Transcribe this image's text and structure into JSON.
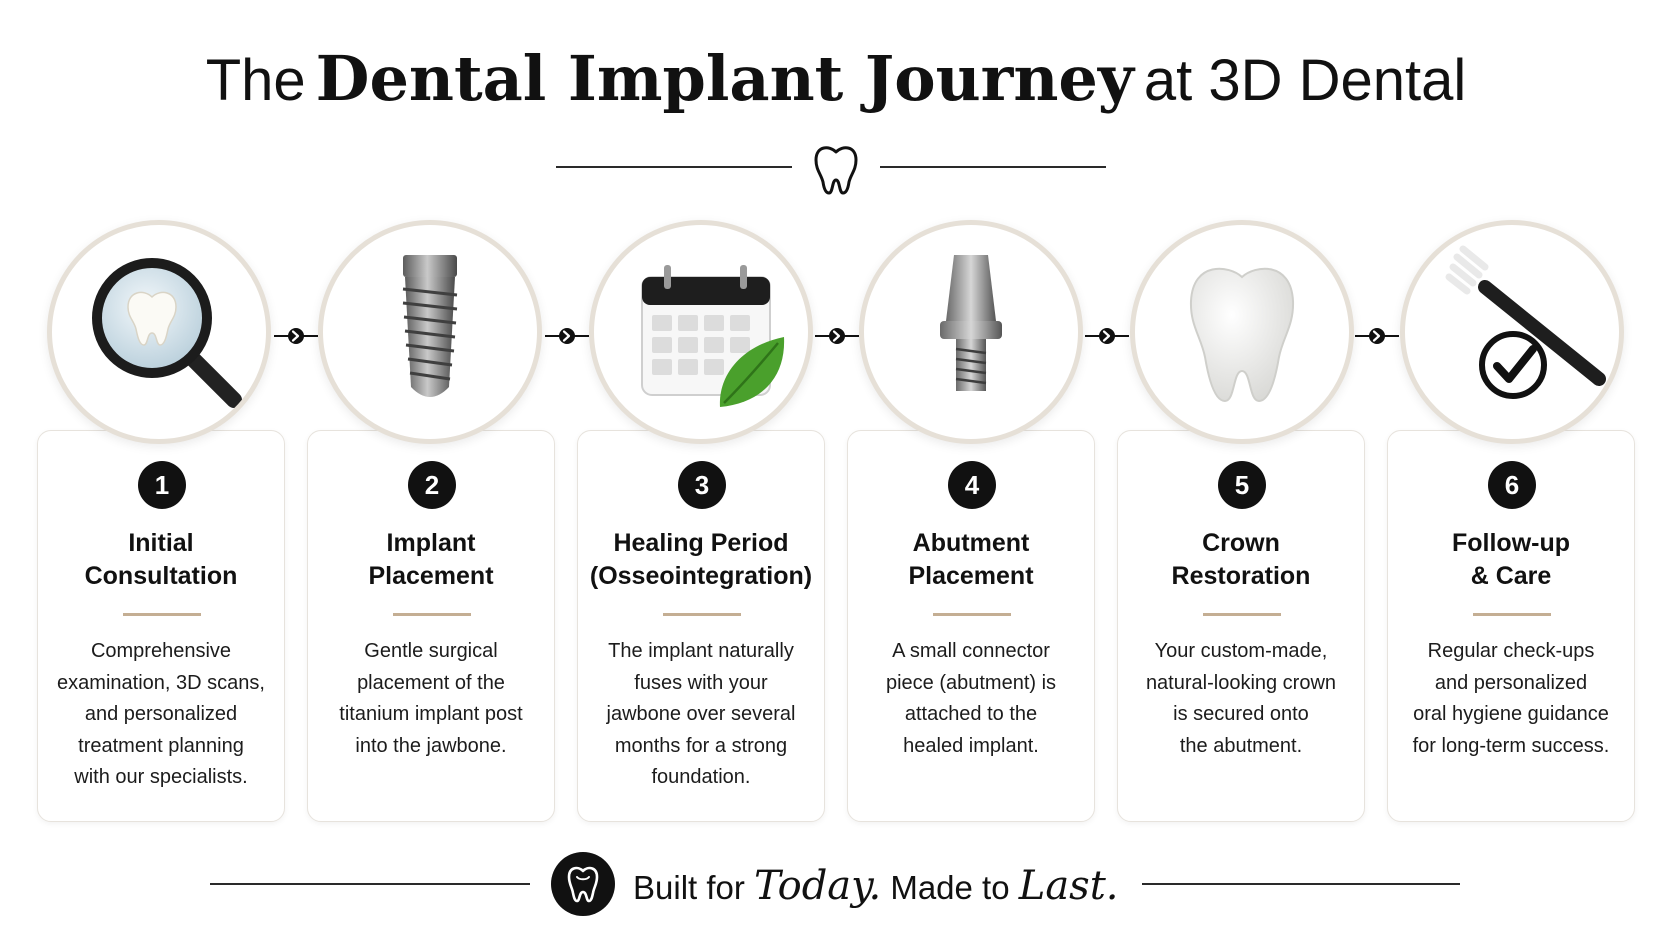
{
  "title": {
    "prefix": "The",
    "main": "Dental Implant Journey",
    "suffix": "at 3D Dental"
  },
  "icons": {
    "header": "tooth-icon",
    "footer": "tooth-badge-icon",
    "connector": "chevron-right-icon"
  },
  "colors": {
    "text": "#111111",
    "accent_rule": "#c4ae93",
    "circle_border": "#e6e0d7",
    "leaf_green": "#4aa02c"
  },
  "steps": [
    {
      "number": "1",
      "title_line1": "Initial",
      "title_line2": "Consultation",
      "desc": [
        "Comprehensive",
        "examination, 3D scans,",
        "and personalized",
        "treatment planning",
        "with our specialists."
      ],
      "icon": "magnifier-tooth-icon"
    },
    {
      "number": "2",
      "title_line1": "Implant",
      "title_line2": "Placement",
      "desc": [
        "Gentle surgical",
        "placement of the",
        "titanium implant post",
        "into the jawbone."
      ],
      "icon": "titanium-implant-icon"
    },
    {
      "number": "3",
      "title_line1": "Healing Period",
      "title_line2": "(Osseointegration)",
      "desc": [
        "The implant naturally",
        "fuses with your",
        "jawbone over several",
        "months for a strong",
        "foundation."
      ],
      "icon": "calendar-leaf-icon"
    },
    {
      "number": "4",
      "title_line1": "Abutment",
      "title_line2": "Placement",
      "desc": [
        "A small connector",
        "piece (abutment) is",
        "attached to the",
        "healed implant."
      ],
      "icon": "abutment-icon"
    },
    {
      "number": "5",
      "title_line1": "Crown",
      "title_line2": "Restoration",
      "desc": [
        "Your custom-made,",
        "natural-looking crown",
        "is secured onto",
        "the abutment."
      ],
      "icon": "crown-tooth-icon"
    },
    {
      "number": "6",
      "title_line1": "Follow-up",
      "title_line2": "& Care",
      "desc": [
        "Regular check-ups",
        "and personalized",
        "oral hygiene guidance",
        "for long-term success."
      ],
      "icon": "toothbrush-check-icon"
    }
  ],
  "footer": {
    "part1": "Built for",
    "word1": "Today.",
    "part2": "Made to",
    "word2": "Last."
  }
}
